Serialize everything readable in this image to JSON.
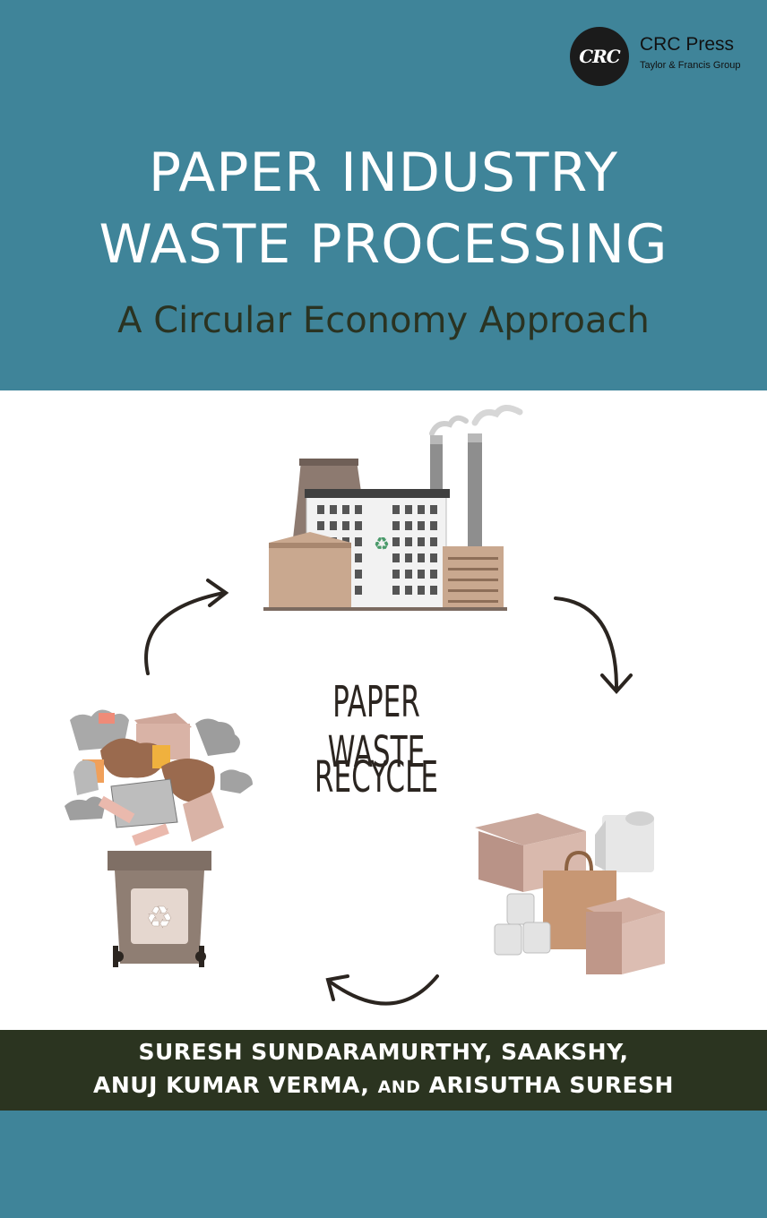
{
  "publisher": {
    "logo_text": "CRC",
    "name": "CRC Press",
    "group": "Taylor & Francis Group"
  },
  "title": {
    "line1": "PAPER INDUSTRY",
    "line2": "WASTE PROCESSING"
  },
  "subtitle": "A Circular Economy Approach",
  "illustration": {
    "label_line1": "PAPER WASTE",
    "label_line2": "RECYCLE",
    "icons": [
      "factory-icon",
      "paper-products-icon",
      "waste-bin-icon",
      "recycle-icon",
      "cycle-arrow-icon"
    ]
  },
  "authors": {
    "line1": "SURESH SUNDARAMURTHY, SAAKSHY,",
    "line2_a": "ANUJ KUMAR VERMA, ",
    "line2_and": "AND",
    "line2_b": " ARISUTHA SURESH"
  },
  "colors": {
    "band": "#3f8499",
    "author_band": "#2b3420",
    "subtitle": "#2a3322"
  }
}
